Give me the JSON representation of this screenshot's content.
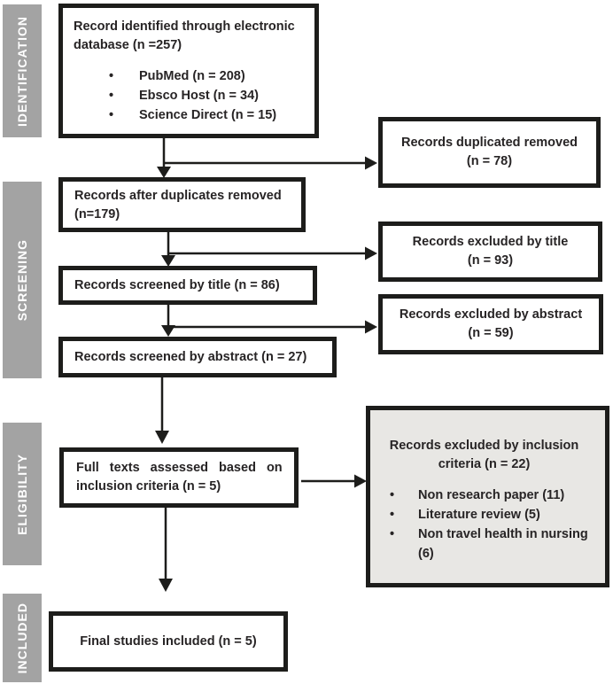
{
  "palette": {
    "background": "#ffffff",
    "box_border": "#1d1d1b",
    "box_fill": "#ffffff",
    "stage_bar_fill": "#a3a3a3",
    "stage_bar_text": "#ffffff",
    "excluded_box_fill": "#e8e7e4",
    "text": "#272425",
    "arrow": "#1d1d1b"
  },
  "glyphs": {
    "bullet": "•"
  },
  "stages": [
    {
      "label": "IDENTIFICATION"
    },
    {
      "label": "SCREENING"
    },
    {
      "label": "ELIGIBILITY"
    },
    {
      "label": "INCLUDED"
    }
  ],
  "flow_boxes": {
    "identified": {
      "line1": "Record identified through electronic",
      "line2": "database (n =257)",
      "bullets": [
        "PubMed (n = 208)",
        "Ebsco Host (n = 34)",
        "Science Direct (n = 15)"
      ]
    },
    "after_duplicates": {
      "line1": "Records after duplicates removed",
      "line2": "(n=179)"
    },
    "screened_title": {
      "text": "Records screened by title (n = 86)"
    },
    "screened_abstract": {
      "text": "Records screened by abstract (n = 27)"
    },
    "full_texts": {
      "line1": "Full texts assessed based on",
      "line2": "inclusion criteria (n = 5)"
    },
    "final_included": {
      "text": "Final studies included (n = 5)"
    }
  },
  "exclusion_boxes": {
    "duplicated_removed": {
      "line1": "Records duplicated removed",
      "line2": "(n = 78)"
    },
    "excluded_by_title": {
      "line1": "Records excluded by title",
      "line2": "(n = 93)"
    },
    "excluded_by_abstract": {
      "line1": "Records excluded by abstract",
      "line2": "(n = 59)"
    },
    "excluded_by_inclusion": {
      "line1": "Records excluded by inclusion",
      "line2": "criteria (n = 22)",
      "bullets": [
        "Non research paper (11)",
        "Literature review (5)",
        "Non travel health in nursing (6)"
      ]
    }
  }
}
